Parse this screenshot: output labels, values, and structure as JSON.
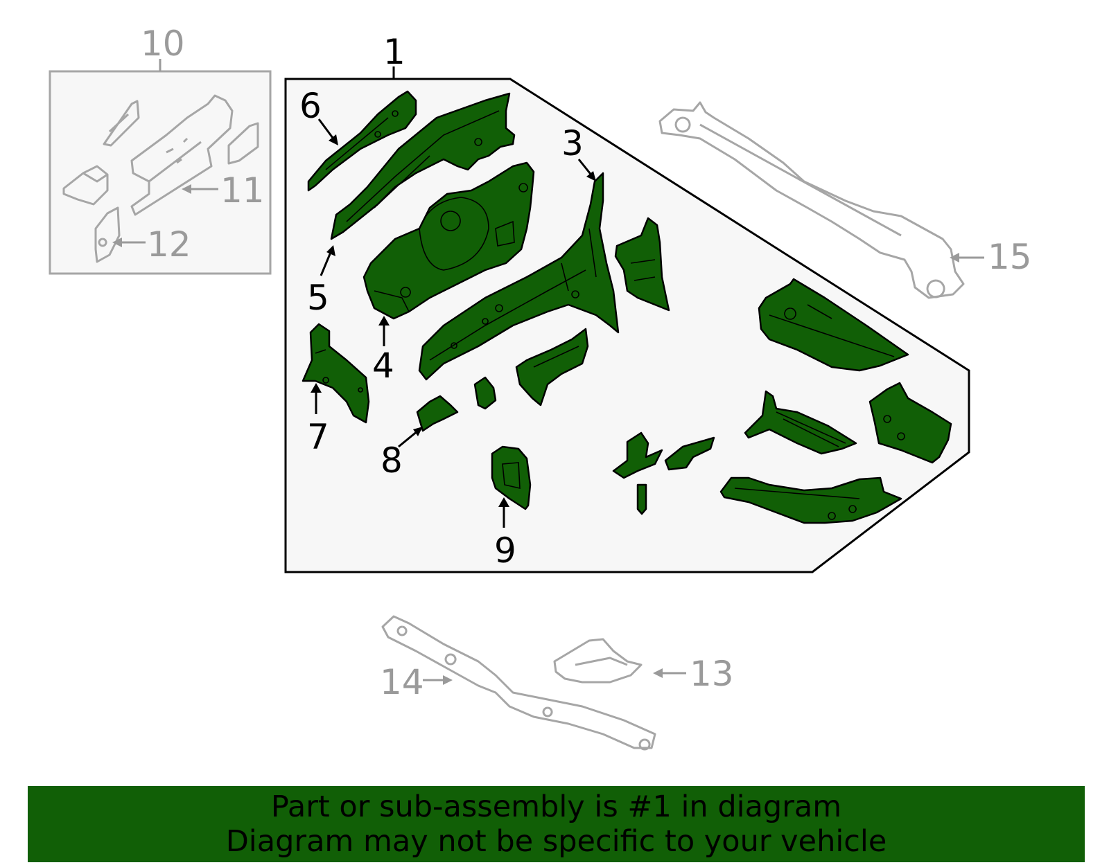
{
  "colors": {
    "part_fill": "#115f06",
    "banner_fill": "#115f06",
    "ghost_stroke": "#a6a6a6",
    "callout_grey": "#9a9a9a",
    "panel_fill": "#f7f7f7"
  },
  "callouts": {
    "c1": "1",
    "c3": "3",
    "c4": "4",
    "c5": "5",
    "c6": "6",
    "c7": "7",
    "c8": "8",
    "c9": "9",
    "c10": "10",
    "c11": "11",
    "c12": "12",
    "c13": "13",
    "c14": "14",
    "c15": "15"
  },
  "banner": {
    "line1": "Part or sub-assembly is #1 in diagram",
    "line2": "Diagram may not be specific to your vehicle"
  }
}
